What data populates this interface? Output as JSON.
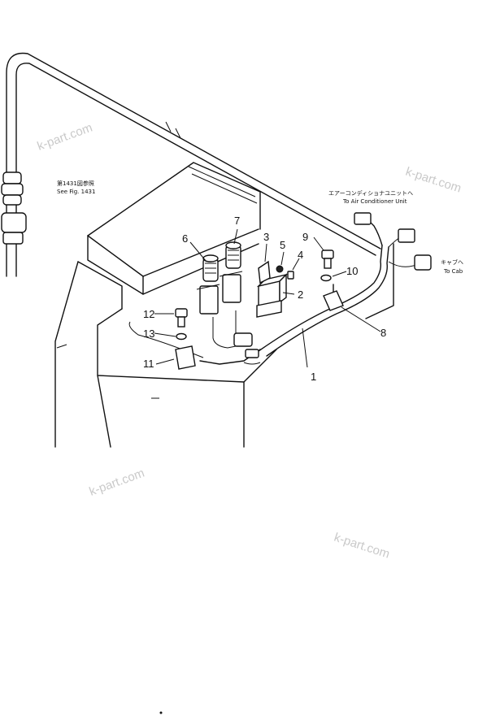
{
  "reference": {
    "jp": "第1431図参照",
    "en": "See Fig. 1431"
  },
  "destinations": {
    "air_conditioner_jp": "エアーコンディショナユニットへ",
    "air_conditioner_en": "To Air Conditioner Unit",
    "cab_jp": "キャブへ",
    "cab_en": "To Cab"
  },
  "callouts": [
    "1",
    "2",
    "3",
    "4",
    "5",
    "6",
    "7",
    "8",
    "9",
    "10",
    "11",
    "12",
    "13"
  ],
  "watermark": "k-part.com"
}
